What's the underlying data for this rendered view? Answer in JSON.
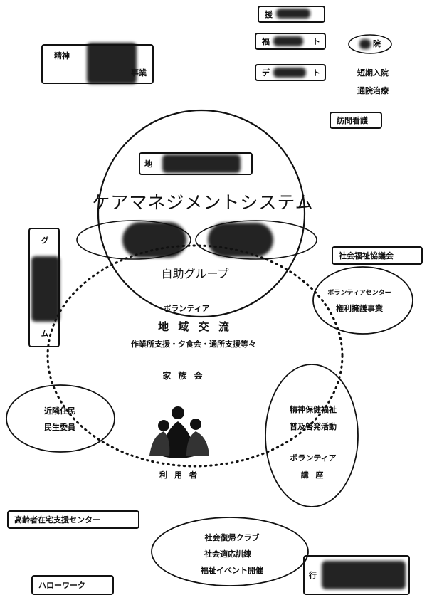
{
  "title": "ケアマネジメントシステム",
  "top_right": {
    "service_box_1": "援",
    "service_box_2": "福",
    "service_box_2_suffix": "ト",
    "service_box_3": "デ",
    "service_box_3_suffix": "ト",
    "hospital": "院",
    "short_stay": "短期入院",
    "outpatient": "通院治療",
    "home_nursing": "訪問看護"
  },
  "top_left_box": {
    "line1": "精神",
    "line2": "事業"
  },
  "inner_top_box_prefix": "地",
  "left_vertical_box": {
    "top": "グ",
    "bottom": "ム"
  },
  "center": {
    "self_help_group": "自助グループ",
    "volunteer": "ボランティア",
    "community_exchange": "地 域 交 流",
    "activities": "作業所支援・夕食会・通所支援等々",
    "family_association": "家 族 会",
    "users": "利 用 者"
  },
  "right_side": {
    "social_welfare_council": "社会福祉協議会",
    "volunteer_center": "ボランティアセンター",
    "rights_advocacy": "権利擁護事業",
    "mental_health_welfare": "精神保健福祉",
    "awareness": "普及啓発活動",
    "volunteer": "ボランティア",
    "course": "講 座"
  },
  "left_side": {
    "neighbors": "近隣住民",
    "welfare_commissioners": "民生委員",
    "elderly_support_center": "高齢者在宅支援センター",
    "hello_work": "ハローワーク"
  },
  "bottom_center": {
    "rehab_club": "社会復帰クラブ",
    "social_training": "社会適応訓練",
    "welfare_events": "福祉イベント開催"
  },
  "bottom_right_box_prefix": "行"
}
